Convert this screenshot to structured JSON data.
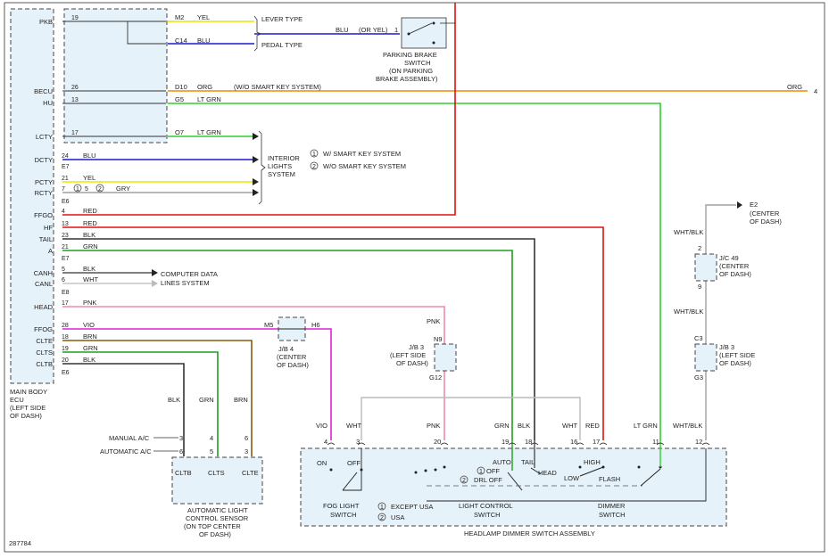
{
  "diagram_id": "287784",
  "ecu": {
    "label": [
      "MAIN BODY",
      "ECU",
      "(LEFT SIDE",
      "OF DASH)"
    ],
    "pins": [
      {
        "name": "PKB",
        "num": "19"
      },
      {
        "name": "BECU",
        "num": "26"
      },
      {
        "name": "HU",
        "num": "13"
      },
      {
        "name": "LCTY",
        "num": "17"
      },
      {
        "name": "DCTY",
        "num": "24"
      },
      {
        "name": "PCTY",
        "num": "21"
      },
      {
        "name": "RCTY",
        "num": "7"
      },
      {
        "name": "FFGO",
        "num": "4"
      },
      {
        "name": "HF",
        "num": "13"
      },
      {
        "name": "TAIL",
        "num": "23"
      },
      {
        "name": "A",
        "num": "21"
      },
      {
        "name": "CANH",
        "num": "5"
      },
      {
        "name": "CANL",
        "num": "6"
      },
      {
        "name": "HEAD",
        "num": "17"
      },
      {
        "name": "FFOG",
        "num": "28"
      },
      {
        "name": "CLTE",
        "num": "18"
      },
      {
        "name": "CLTS",
        "num": "19"
      },
      {
        "name": "CLTB",
        "num": "20"
      }
    ],
    "connectors": [
      "E7",
      "E6",
      "E7",
      "E8",
      "E6"
    ]
  },
  "wires": {
    "dcty": "BLU",
    "pcty": "YEL",
    "rcty": "GRY",
    "ffgo": "RED",
    "hf": "RED",
    "tail": "BLK",
    "a": "GRN",
    "canh": "BLK",
    "canl": "WHT",
    "head": "PNK",
    "ffog": "VIO",
    "clte": "BRN",
    "clts": "GRN",
    "cltb": "BLK",
    "becu": "ORG",
    "hu": "LT GRN",
    "lcty": "LT GRN",
    "pkb_top": "YEL",
    "pkb_bot": "BLU",
    "pkb_out": "BLU"
  },
  "junction_main": {
    "m2": "M2",
    "c14": "C14",
    "d10": "D10",
    "g5": "G5",
    "o7": "O7",
    "lever_type": "LEVER TYPE",
    "pedal_type": "PEDAL TYPE"
  },
  "parking_brake": {
    "wire_note": "(OR YEL)",
    "pin": "1",
    "label": [
      "PARKING BRAKE",
      "SWITCH",
      "(ON PARKING",
      "BRAKE ASSEMBLY)"
    ]
  },
  "smart_key": {
    "note": "(W/O SMART KEY SYSTEM)",
    "out_color": "ORG",
    "out_pin": "4",
    "legend1": "W/ SMART KEY SYSTEM",
    "legend2": "W/O SMART KEY SYSTEM",
    "c1": "1",
    "c2": "2",
    "rcty_alt_pin": "5"
  },
  "interior": {
    "label": [
      "INTERIOR",
      "LIGHTS",
      "SYSTEM"
    ]
  },
  "computer_data": {
    "label": [
      "COMPUTER DATA",
      "LINES SYSTEM"
    ]
  },
  "jb4": {
    "in": "M5",
    "out": "H6",
    "label": [
      "J/B 4",
      "(CENTER",
      "OF DASH)"
    ]
  },
  "jb3_left": {
    "top": "N9",
    "bottom": "G12",
    "wire_top": "PNK",
    "label": [
      "J/B 3",
      "(LEFT SIDE",
      "OF DASH)"
    ]
  },
  "ground": {
    "id": "E2",
    "label": [
      "(CENTER",
      "OF DASH)"
    ],
    "wire": "WHT/BLK"
  },
  "jc49": {
    "top": "2",
    "bottom": "9",
    "wire": "WHT/BLK",
    "label": [
      "J/C 49",
      "(CENTER",
      "OF DASH)"
    ]
  },
  "jb3_right": {
    "top": "C3",
    "bottom": "G3",
    "label": [
      "J/B 3",
      "(LEFT SIDE",
      "OF DASH)"
    ]
  },
  "sensor_block": {
    "wires": [
      "BLK",
      "GRN",
      "BRN"
    ],
    "manual": "MANUAL A/C",
    "automatic": "AUTOMATIC A/C",
    "manual_pins": [
      "3",
      "4",
      "6"
    ],
    "auto_pins": [
      "6",
      "5",
      "3"
    ],
    "terminals": [
      "CLTB",
      "CLTS",
      "CLTE"
    ],
    "label": [
      "AUTOMATIC LIGHT",
      "CONTROL SENSOR",
      "(ON TOP CENTER",
      "OF DASH)"
    ]
  },
  "headlamp_switch": {
    "title": "HEADLAMP DIMMER SWITCH ASSEMBLY",
    "pins": [
      {
        "num": "4",
        "wire": "VIO"
      },
      {
        "num": "3",
        "wire": "WHT"
      },
      {
        "num": "20",
        "wire": "PNK"
      },
      {
        "num": "19",
        "wire": "GRN"
      },
      {
        "num": "18",
        "wire": "BLK"
      },
      {
        "num": "16",
        "wire": "WHT"
      },
      {
        "num": "17",
        "wire": "RED"
      },
      {
        "num": "11",
        "wire": "LT GRN"
      },
      {
        "num": "12",
        "wire": "WHT/BLK"
      }
    ],
    "fog": {
      "on": "ON",
      "off": "OFF",
      "label": [
        "FOG LIGHT",
        "SWITCH"
      ]
    },
    "legend": {
      "c1": "1",
      "c2": "2",
      "item1": "EXCEPT USA",
      "item2": "USA"
    },
    "light_control": {
      "auto": "AUTO",
      "tail": "TAIL",
      "off": "OFF",
      "drl_off": "DRL OFF",
      "head": "HEAD",
      "label": [
        "LIGHT CONTROL",
        "SWITCH"
      ]
    },
    "dimmer": {
      "high": "HIGH",
      "low": "LOW",
      "flash": "FLASH",
      "label": [
        "DIMMER",
        "SWITCH"
      ]
    }
  },
  "colors": {
    "red": "#e01010",
    "blue": "#1a1ad0",
    "yellow": "#f2e300",
    "gray": "#a0a0a0",
    "orange": "#f08a00",
    "ltgreen": "#2fcf2f",
    "green": "#1f9f1f",
    "black": "#222222",
    "pink": "#f08aa8",
    "violet": "#e020d8",
    "brown": "#8a5a10",
    "white_wire": "#bbbbbb",
    "box_fill": "#e6f2f9"
  }
}
